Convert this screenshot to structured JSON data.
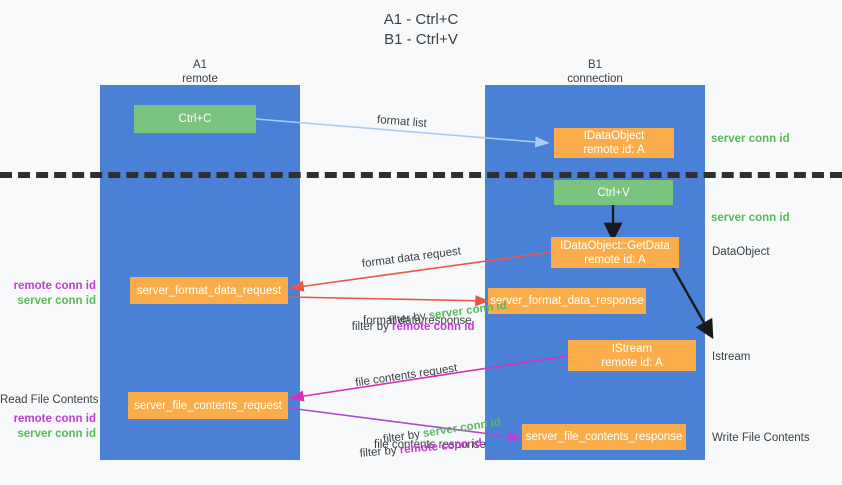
{
  "title": "A1 - Ctrl+C\nB1 - Ctrl+V",
  "colors": {
    "lane": "#4a80d6",
    "node_orange": "#fbad4b",
    "node_green": "#7ac47f",
    "arrow_lightblue": "#a8cdf0",
    "arrow_red": "#e8574a",
    "arrow_magenta": "#d633b8",
    "arrow_purple": "#a94ad4",
    "arrow_black": "#1a1a1a",
    "label_green": "#5cb85c",
    "label_purple": "#c23bd6",
    "background": "#f8f9fa"
  },
  "lanes": [
    {
      "id": "a1",
      "header": "A1\nremote"
    },
    {
      "id": "b1",
      "header": "B1\nconnection"
    }
  ],
  "nodes": [
    {
      "id": "ctrl-c",
      "label": "Ctrl+C",
      "color": "green"
    },
    {
      "id": "idataobject",
      "label": "IDataObject\nremote id: A",
      "color": "orange"
    },
    {
      "id": "ctrl-v",
      "label": "Ctrl+V",
      "color": "green"
    },
    {
      "id": "idataobject-getdata",
      "label": "IDataObject::GetData\nremote id: A",
      "color": "orange"
    },
    {
      "id": "server-format-data-request",
      "label": "server_format_data_request",
      "color": "orange"
    },
    {
      "id": "server-format-data-response",
      "label": "server_format_data_response",
      "color": "orange"
    },
    {
      "id": "istream",
      "label": "IStream\nremote id: A",
      "color": "orange"
    },
    {
      "id": "server-file-contents-request",
      "label": "server_file_contents_request",
      "color": "orange"
    },
    {
      "id": "server-file-contents-response",
      "label": "server_file_contents_response",
      "color": "orange"
    }
  ],
  "edge_labels": {
    "format_list": "format list",
    "format_data_request": "format data request",
    "format_data_request_filter_prefix": "filter by ",
    "format_data_request_filter_value": "server conn id",
    "format_data_response": "format data response",
    "format_data_response_filter_prefix": "filter by ",
    "format_data_response_filter_value": "remote conn id",
    "file_contents_request": "file contents request",
    "file_contents_request_filter_prefix": "filter by ",
    "file_contents_request_filter_value": "server conn id",
    "file_contents_response": "file contents response",
    "file_contents_response_filter_prefix": "filter by ",
    "file_contents_response_filter_value": "remote conn id"
  },
  "side_labels": {
    "right_server_conn_id_top": "server conn id",
    "right_server_conn_id_mid": "server conn id",
    "right_dataobject": "DataObject",
    "right_istream": "Istream",
    "right_write_file_contents": "Write File Contents",
    "left_remote_conn_id_1": "remote conn id",
    "left_server_conn_id_1": "server conn id",
    "left_read_file_contents": "Read File Contents",
    "left_remote_conn_id_2": "remote conn id",
    "left_server_conn_id_2": "server conn id"
  }
}
